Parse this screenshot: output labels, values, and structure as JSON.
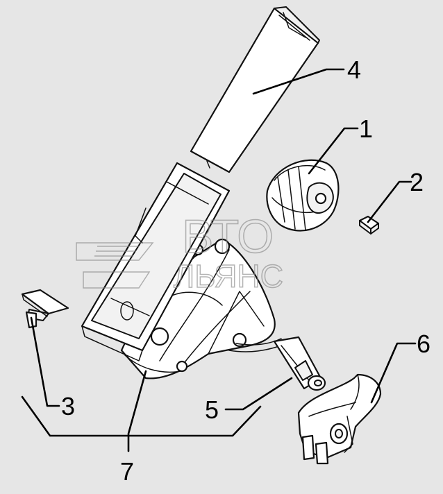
{
  "watermark": {
    "line1": "ВТО",
    "line2": "ЛЬЯНС"
  },
  "callouts": [
    {
      "id": "1",
      "label": "1"
    },
    {
      "id": "2",
      "label": "2"
    },
    {
      "id": "3",
      "label": "3"
    },
    {
      "id": "4",
      "label": "4"
    },
    {
      "id": "5",
      "label": "5"
    },
    {
      "id": "6",
      "label": "6"
    },
    {
      "id": "7",
      "label": "7"
    }
  ],
  "colors": {
    "background": "#e6e6e6",
    "line": "#111111",
    "watermark": "#8a8a8a"
  }
}
